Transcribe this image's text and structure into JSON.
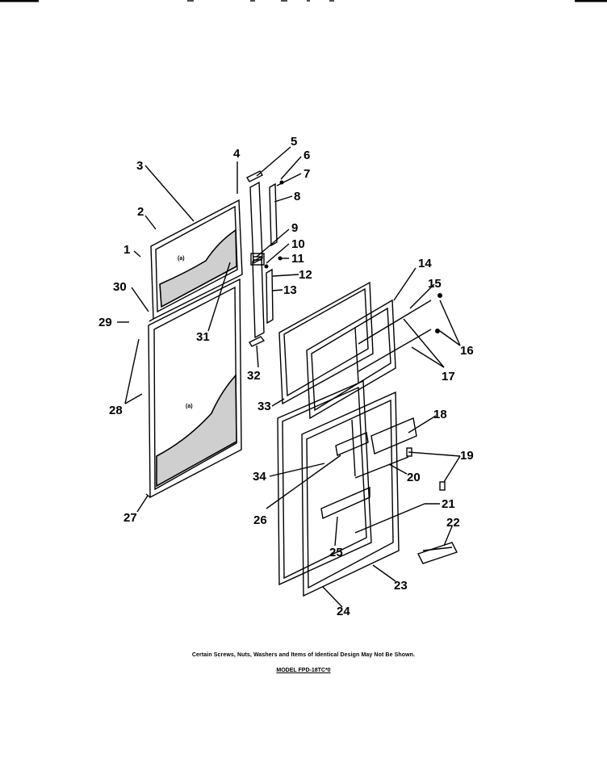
{
  "diagram": {
    "callouts": [
      {
        "id": "1",
        "text": "1"
      },
      {
        "id": "2",
        "text": "2"
      },
      {
        "id": "3",
        "text": "3"
      },
      {
        "id": "4",
        "text": "4"
      },
      {
        "id": "5",
        "text": "5"
      },
      {
        "id": "6",
        "text": "6"
      },
      {
        "id": "7",
        "text": "7"
      },
      {
        "id": "8",
        "text": "8"
      },
      {
        "id": "9",
        "text": "9"
      },
      {
        "id": "10",
        "text": "10"
      },
      {
        "id": "11",
        "text": "11"
      },
      {
        "id": "12",
        "text": "12"
      },
      {
        "id": "13",
        "text": "13"
      },
      {
        "id": "14",
        "text": "14"
      },
      {
        "id": "15",
        "text": "15"
      },
      {
        "id": "16",
        "text": "16"
      },
      {
        "id": "17",
        "text": "17"
      },
      {
        "id": "18",
        "text": "18"
      },
      {
        "id": "19",
        "text": "19"
      },
      {
        "id": "20",
        "text": "20"
      },
      {
        "id": "21",
        "text": "21"
      },
      {
        "id": "22",
        "text": "22"
      },
      {
        "id": "23",
        "text": "23"
      },
      {
        "id": "24",
        "text": "24"
      },
      {
        "id": "25",
        "text": "25"
      },
      {
        "id": "26",
        "text": "26"
      },
      {
        "id": "27",
        "text": "27"
      },
      {
        "id": "28",
        "text": "28"
      },
      {
        "id": "29",
        "text": "29"
      },
      {
        "id": "30",
        "text": "30"
      },
      {
        "id": "31",
        "text": "31"
      },
      {
        "id": "32",
        "text": "32"
      },
      {
        "id": "33",
        "text": "33"
      },
      {
        "id": "34",
        "text": "34"
      }
    ],
    "insulation_mark": "(a)"
  },
  "footer": {
    "note": "Certain Screws, Nuts, Washers and Items of Identical Design May Not Be Shown.",
    "model": "MODEL FPD-18TC*0"
  }
}
